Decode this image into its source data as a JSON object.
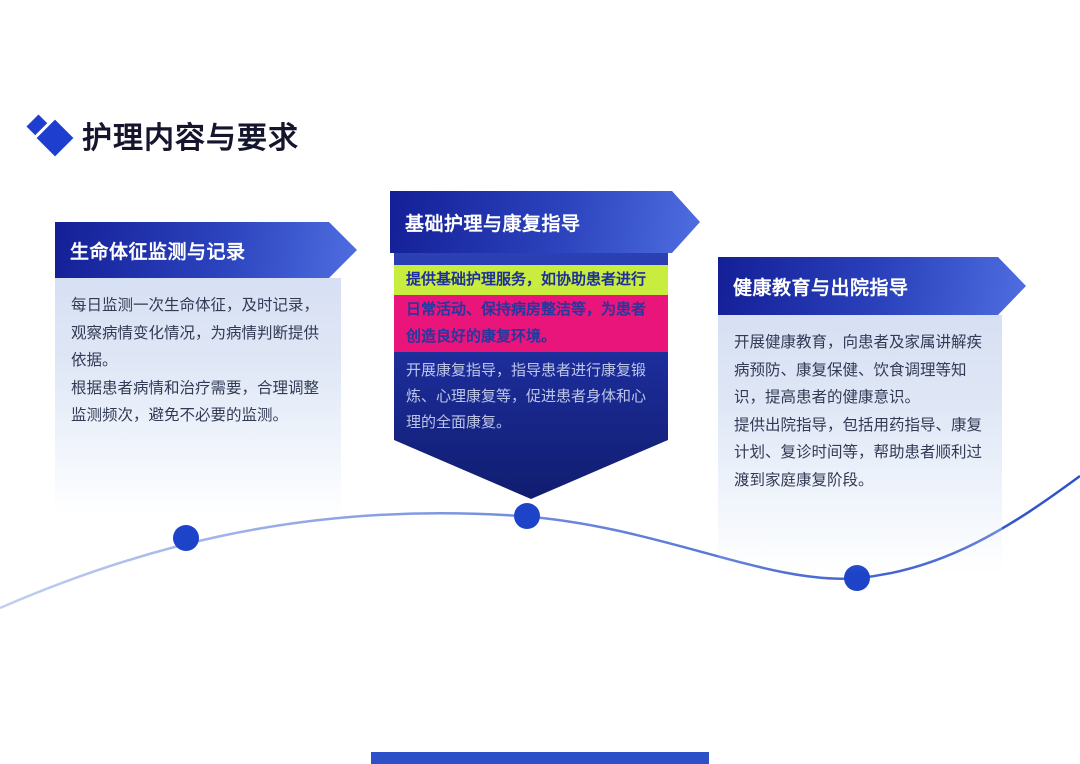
{
  "title": {
    "text": "护理内容与要求"
  },
  "cards": [
    {
      "id": "vital-signs",
      "title": "生命体征监测与记录",
      "body": "每日监测一次生命体征，及时记录，观察病情变化情况，为病情判断提供依据。\n根据患者病情和治疗需要，合理调整监测频次，避免不必要的监测。"
    },
    {
      "id": "basic-care",
      "title": "基础护理与康复指导",
      "highlight_green": "提供基础护理服务，如协助患者进行",
      "highlight_pink": "日常活动、保持病房整洁等，为患者创造良好的康复环境。",
      "body": "开展康复指导，指导患者进行康复锻炼、心理康复等，促进患者身体和心理的全面康复。"
    },
    {
      "id": "health-education",
      "title": "健康教育与出院指导",
      "body": "开展健康教育，向患者及家属讲解疾病预防、康复保健、饮食调理等知识，提高患者的健康意识。\n提供出院指导，包括用药指导、康复计划、复诊时间等，帮助患者顺利过渡到家庭康复阶段。"
    }
  ],
  "colors": {
    "accent_blue": "#1e3ed0",
    "banner_gradient_start": "#141f97",
    "banner_gradient_end": "#4f6ee0",
    "highlight_green": "#c9ed3e",
    "highlight_pink": "#e9157a",
    "dark_panel": "#101d70",
    "line_blue": "#2b50c8"
  }
}
